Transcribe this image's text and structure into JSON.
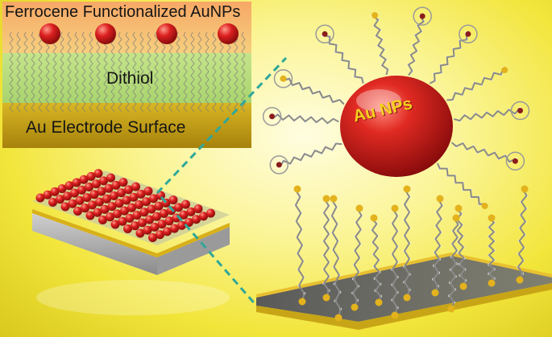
{
  "legend": {
    "title": "Ferrocene Functionalized AuNPs",
    "layer_middle": "Dithiol",
    "layer_bottom": "Au Electrode Surface"
  },
  "nanoparticle_label": "Au NPs",
  "colors": {
    "background": "#f6ec50",
    "top_layer": "#f5b870",
    "middle_layer": "#b8de7a",
    "bottom_layer": "#c9a516",
    "nanoparticle": "#d01c1c",
    "sulfur": "#e3b21c",
    "carbon_chain": "#8a8a8a",
    "iron_atom": "#8b1c1c",
    "zoom_line": "#2fa79a"
  }
}
